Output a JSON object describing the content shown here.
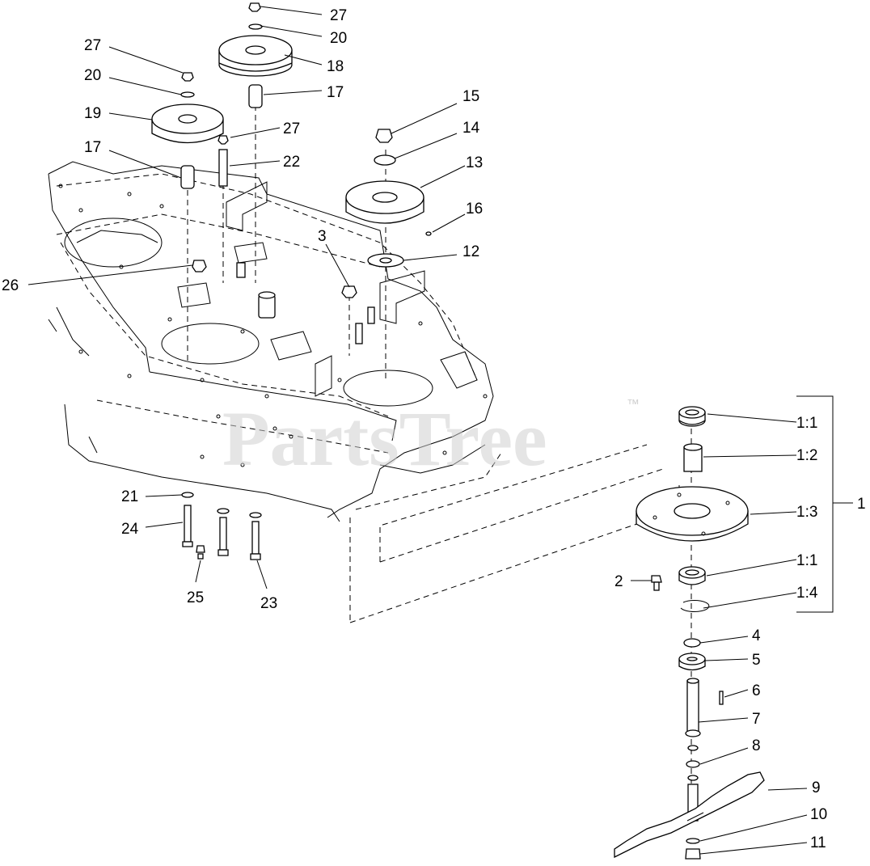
{
  "watermark": {
    "text": "PartsTree",
    "trademark": "™"
  },
  "callouts": [
    {
      "id": "c27a",
      "text": "27"
    },
    {
      "id": "c20a",
      "text": "20"
    },
    {
      "id": "c18",
      "text": "18"
    },
    {
      "id": "c17a",
      "text": "17"
    },
    {
      "id": "c27b",
      "text": "27"
    },
    {
      "id": "c20b",
      "text": "20"
    },
    {
      "id": "c19",
      "text": "19"
    },
    {
      "id": "c17b",
      "text": "17"
    },
    {
      "id": "c27c",
      "text": "27"
    },
    {
      "id": "c22",
      "text": "22"
    },
    {
      "id": "c15",
      "text": "15"
    },
    {
      "id": "c14",
      "text": "14"
    },
    {
      "id": "c13",
      "text": "13"
    },
    {
      "id": "c16",
      "text": "16"
    },
    {
      "id": "c12",
      "text": "12"
    },
    {
      "id": "c3",
      "text": "3"
    },
    {
      "id": "c26",
      "text": "26"
    },
    {
      "id": "c21",
      "text": "21"
    },
    {
      "id": "c24",
      "text": "24"
    },
    {
      "id": "c25",
      "text": "25"
    },
    {
      "id": "c23",
      "text": "23"
    },
    {
      "id": "c1_1a",
      "text": "1:1"
    },
    {
      "id": "c1_2",
      "text": "1:2"
    },
    {
      "id": "c1_3",
      "text": "1:3"
    },
    {
      "id": "c1_1b",
      "text": "1:1"
    },
    {
      "id": "c1_4",
      "text": "1:4"
    },
    {
      "id": "c1",
      "text": "1"
    },
    {
      "id": "c2",
      "text": "2"
    },
    {
      "id": "c4",
      "text": "4"
    },
    {
      "id": "c5",
      "text": "5"
    },
    {
      "id": "c6",
      "text": "6"
    },
    {
      "id": "c7",
      "text": "7"
    },
    {
      "id": "c8",
      "text": "8"
    },
    {
      "id": "c9",
      "text": "9"
    },
    {
      "id": "c10",
      "text": "10"
    },
    {
      "id": "c11",
      "text": "11"
    }
  ]
}
